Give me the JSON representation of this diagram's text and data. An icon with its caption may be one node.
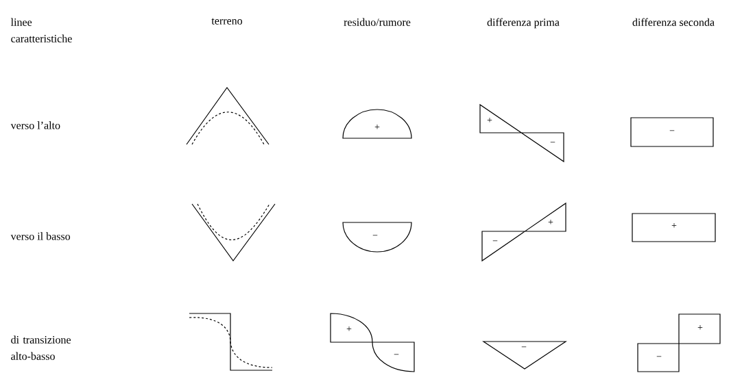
{
  "diagram": {
    "nodes": [
      {
        "text": [
          "+"
        ]
      },
      {
        "text": [
          "+",
          "−"
        ]
      },
      {
        "text": [
          "−"
        ]
      },
      {
        "text": [
          "−"
        ]
      },
      {
        "text": [
          "+",
          "−"
        ]
      },
      {
        "text": [
          "+"
        ]
      },
      {
        "text": [
          "+",
          "−"
        ]
      },
      {
        "text": [
          "−"
        ]
      },
      {
        "text": [
          "+",
          "−"
        ]
      }
    ],
    "labels": [
      "linee caratteristiche",
      "terreno",
      "residuo/rumore",
      "differenza prima",
      "differenza seconda",
      "verso l’alto",
      "verso il basso",
      "di transizione alto-basso"
    ]
  }
}
